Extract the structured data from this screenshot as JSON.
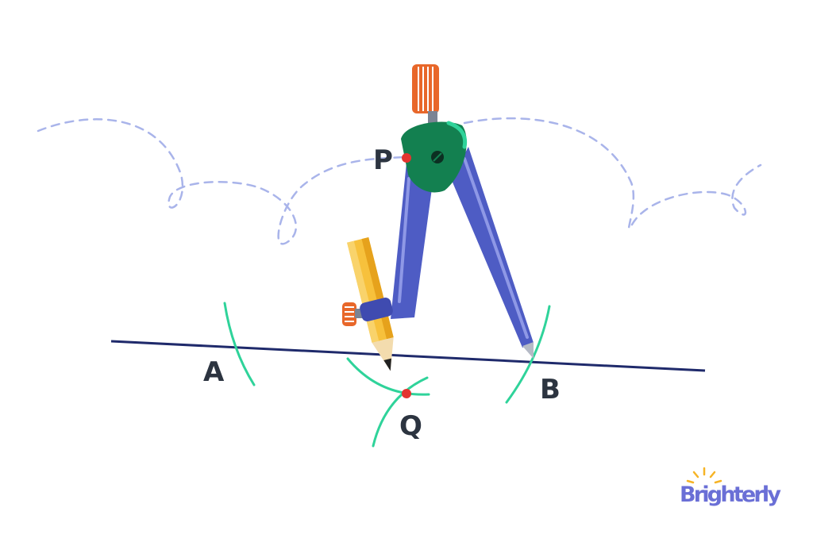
{
  "labels": {
    "p": "P",
    "q": "Q",
    "a": "A",
    "b": "B"
  },
  "brand": {
    "name": "Brighterly"
  },
  "colors": {
    "background": "#ffffff",
    "line": "#1f2a6b",
    "arc": "#2fd39a",
    "point": "#e3342f",
    "label": "#2c3440",
    "cloud": "#a9b4ea",
    "compass_body": "#4e5cc4",
    "compass_hinge": "#138050",
    "compass_knob": "#e8672a",
    "pencil": "#f7c13c",
    "brand": "#6a6fd6",
    "brand_sun": "#f6b426"
  }
}
